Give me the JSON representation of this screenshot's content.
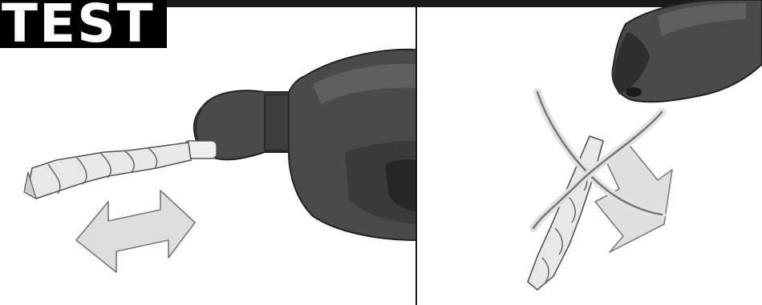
{
  "badge": {
    "text": "TEST"
  },
  "colors": {
    "drill_body": "#4a4a4a",
    "drill_dark": "#2e2e2e",
    "drill_light": "#6e6e6e",
    "bit": "#e6e6e6",
    "arrow": "#dedede",
    "outline": "#555555",
    "divider": "#1a1a1a"
  },
  "icons": {
    "left": [
      "hammer-drill",
      "drill-bit",
      "double-arrow-icon"
    ],
    "right": [
      "drill-chuck",
      "drill-bit-tilted",
      "down-arrow-icon",
      "cross-out-icon"
    ]
  }
}
